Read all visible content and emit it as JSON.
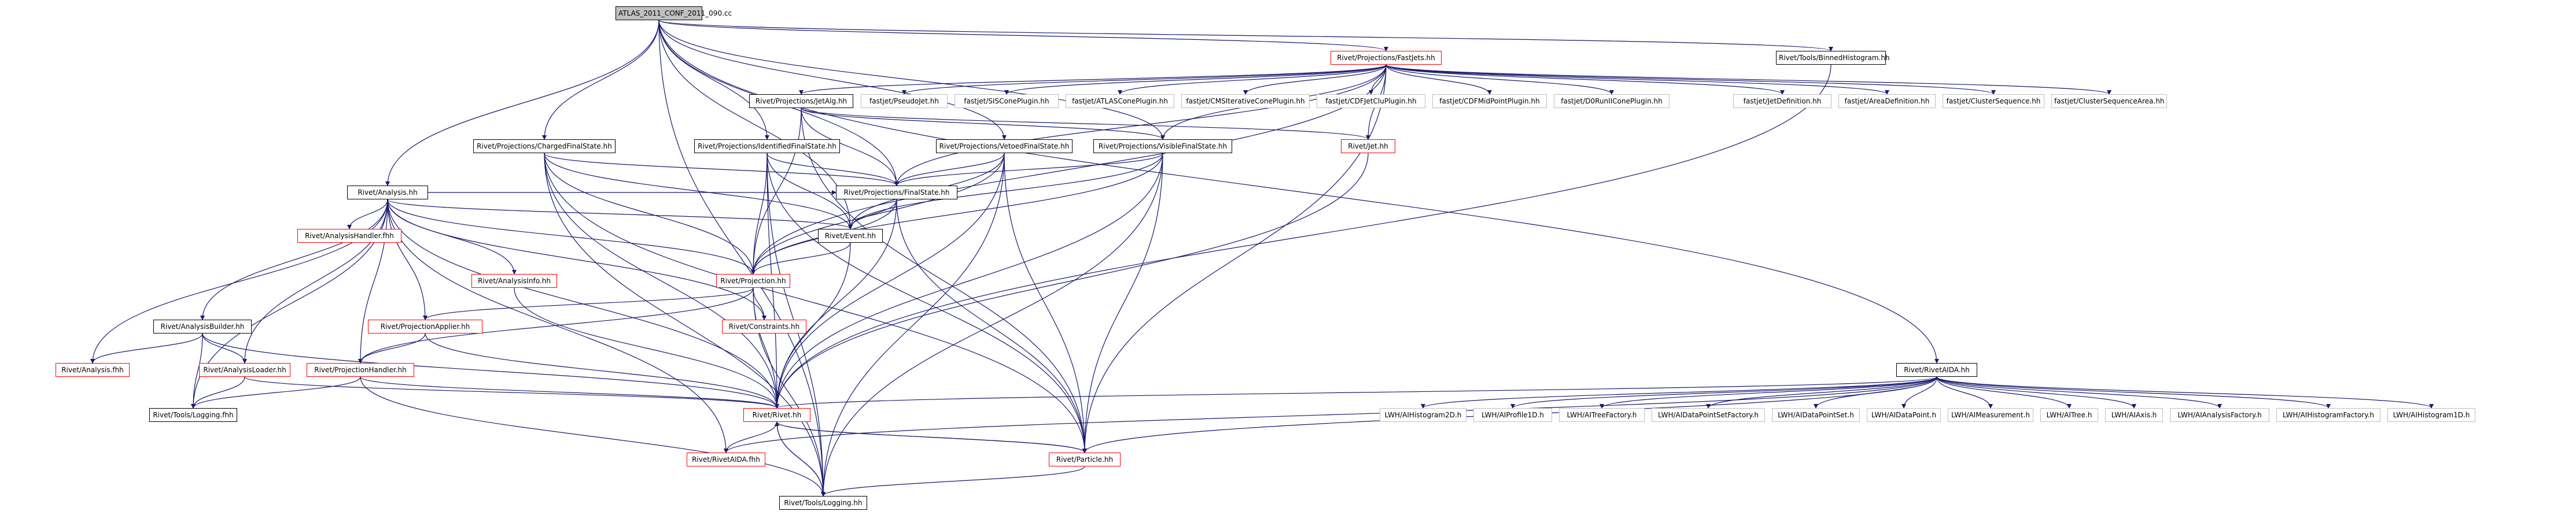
{
  "diagram": {
    "type": "include-dependency-graph",
    "colors": {
      "edge": "#191970",
      "documented_node_border": "#000000",
      "undocumented_node_border": "#ff0000",
      "external_node_border": "#bfbfbf",
      "root_fill": "#c0c0c0"
    },
    "nodes": {
      "root": "ATLAS_2011_CONF_2011_090.cc",
      "fastlists": "Rivet/Projections/FastJets.hh",
      "binned": "Rivet/Tools/BinnedHistogram.hh",
      "jetalg": "Rivet/Projections/JetAlg.hh",
      "pseudojet": "fastjet/PseudoJet.hh",
      "siscone": "fastjet/SISConePlugin.hh",
      "atlascone": "fastjet/ATLASConePlugin.hh",
      "cmsiter": "fastjet/CMSIterativeConePlugin.hh",
      "cdfjetclu": "fastjet/CDFJetCluPlugin.hh",
      "cdfmidpoint": "fastjet/CDFMidPointPlugin.hh",
      "d0run": "fastjet/D0RunIIConePlugin.hh",
      "jetdef": "fastjet/JetDefinition.hh",
      "areadef": "fastjet/AreaDefinition.hh",
      "clusterseq": "fastjet/ClusterSequence.hh",
      "clusterseqarea": "fastjet/ClusterSequenceArea.hh",
      "charged": "Rivet/Projections/ChargedFinalState.hh",
      "identified": "Rivet/Projections/IdentifiedFinalState.hh",
      "vetoed": "Rivet/Projections/VetoedFinalState.hh",
      "visible": "Rivet/Projections/VisibleFinalState.hh",
      "rivetjet": "Rivet/Jet.hh",
      "analysis": "Rivet/Analysis.hh",
      "finalstate": "Rivet/Projections/FinalState.hh",
      "event": "Rivet/Event.hh",
      "analysishandler": "Rivet/AnalysisHandler.fhh",
      "analysisinfo": "Rivet/AnalysisInfo.hh",
      "projection": "Rivet/Projection.hh",
      "analysisbuilder": "Rivet/AnalysisBuilder.hh",
      "projapplier": "Rivet/ProjectionApplier.hh",
      "constraints": "Rivet/Constraints.hh",
      "analysisfhh": "Rivet/Analysis.fhh",
      "analysisloader": "Rivet/AnalysisLoader.hh",
      "projhandler": "Rivet/ProjectionHandler.hh",
      "toolslogfhh": "Rivet/Tools/Logging.fhh",
      "rivet": "Rivet/Rivet.hh",
      "rivetaida": "Rivet/RivetAIDA.fhh",
      "particle": "Rivet/Particle.hh",
      "logging": "Rivet/Tools/Logging.hh",
      "rivetaidahh": "Rivet/RivetAIDA.hh",
      "h2d": "LWH/AIHistogram2D.h",
      "p1d": "LWH/AIProfile1D.h",
      "treefactory": "LWH/AITreeFactory.h",
      "dpsfactory": "LWH/AIDataPointSetFactory.h",
      "dps": "LWH/AIDataPointSet.h",
      "dp": "LWH/AIDataPoint.h",
      "measurement": "LWH/AIMeasurement.h",
      "tree": "LWH/AITree.h",
      "axis": "LWH/AIAxis.h",
      "anafactory": "LWH/AIAnalysisFactory.h",
      "histfactory": "LWH/AIHistogramFactory.h",
      "h1d": "LWH/AIHistogram1D.h"
    }
  }
}
